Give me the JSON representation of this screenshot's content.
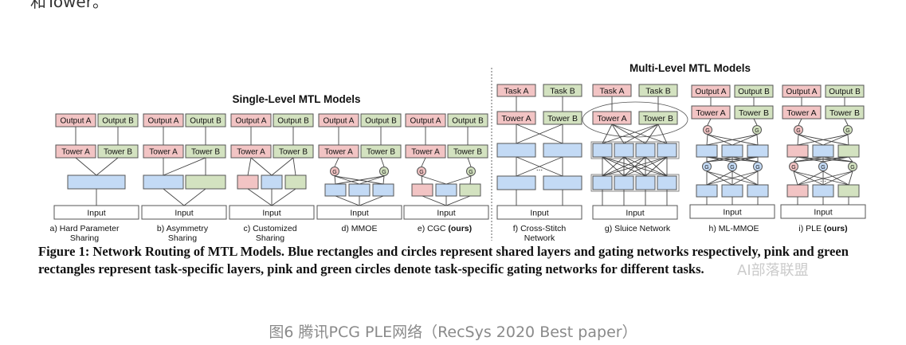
{
  "top_text": "和Tower。",
  "headings": {
    "single": "Single-Level MTL Models",
    "multi": "Multi-Level MTL Models"
  },
  "labels": {
    "output_a": "Output A",
    "output_b": "Output B",
    "tower_a": "Tower A",
    "tower_b": "Tower B",
    "task_a": "Task A",
    "task_b": "Task B",
    "input": "Input",
    "gate": "G",
    "ellipsis": "..."
  },
  "models": [
    {
      "name": "Hard Parameter Sharing",
      "letter": "a)"
    },
    {
      "name": "Asymmetry Sharing",
      "letter": "b)"
    },
    {
      "name": "Customized Sharing",
      "letter": "c)"
    },
    {
      "name": "MMOE",
      "letter": "d)"
    },
    {
      "name": "CGC",
      "letter": "e)",
      "suffix": "(ours)"
    },
    {
      "name": "Cross-Stitch Network",
      "letter": "f)"
    },
    {
      "name": "Sluice Network",
      "letter": "g)"
    },
    {
      "name": "ML-MMOE",
      "letter": "h)"
    },
    {
      "name": "PLE",
      "letter": "i)",
      "suffix": "(ours)"
    }
  ],
  "caption": "Figure 1: Network Routing of MTL Models. Blue rectangles and circles represent shared layers and gating networks respectively, pink and green rectangles represent task-specific layers, pink and green circles denote task-specific gating networks for different tasks.",
  "watermark": "AI部落联盟",
  "subcaption": "图6 腾讯PCG PLE网络（RecSys 2020 Best paper）",
  "colors": {
    "pink": "#f2c4c4",
    "green": "#d3e2c0",
    "blue": "#c3daf5",
    "stroke": "#555555"
  }
}
